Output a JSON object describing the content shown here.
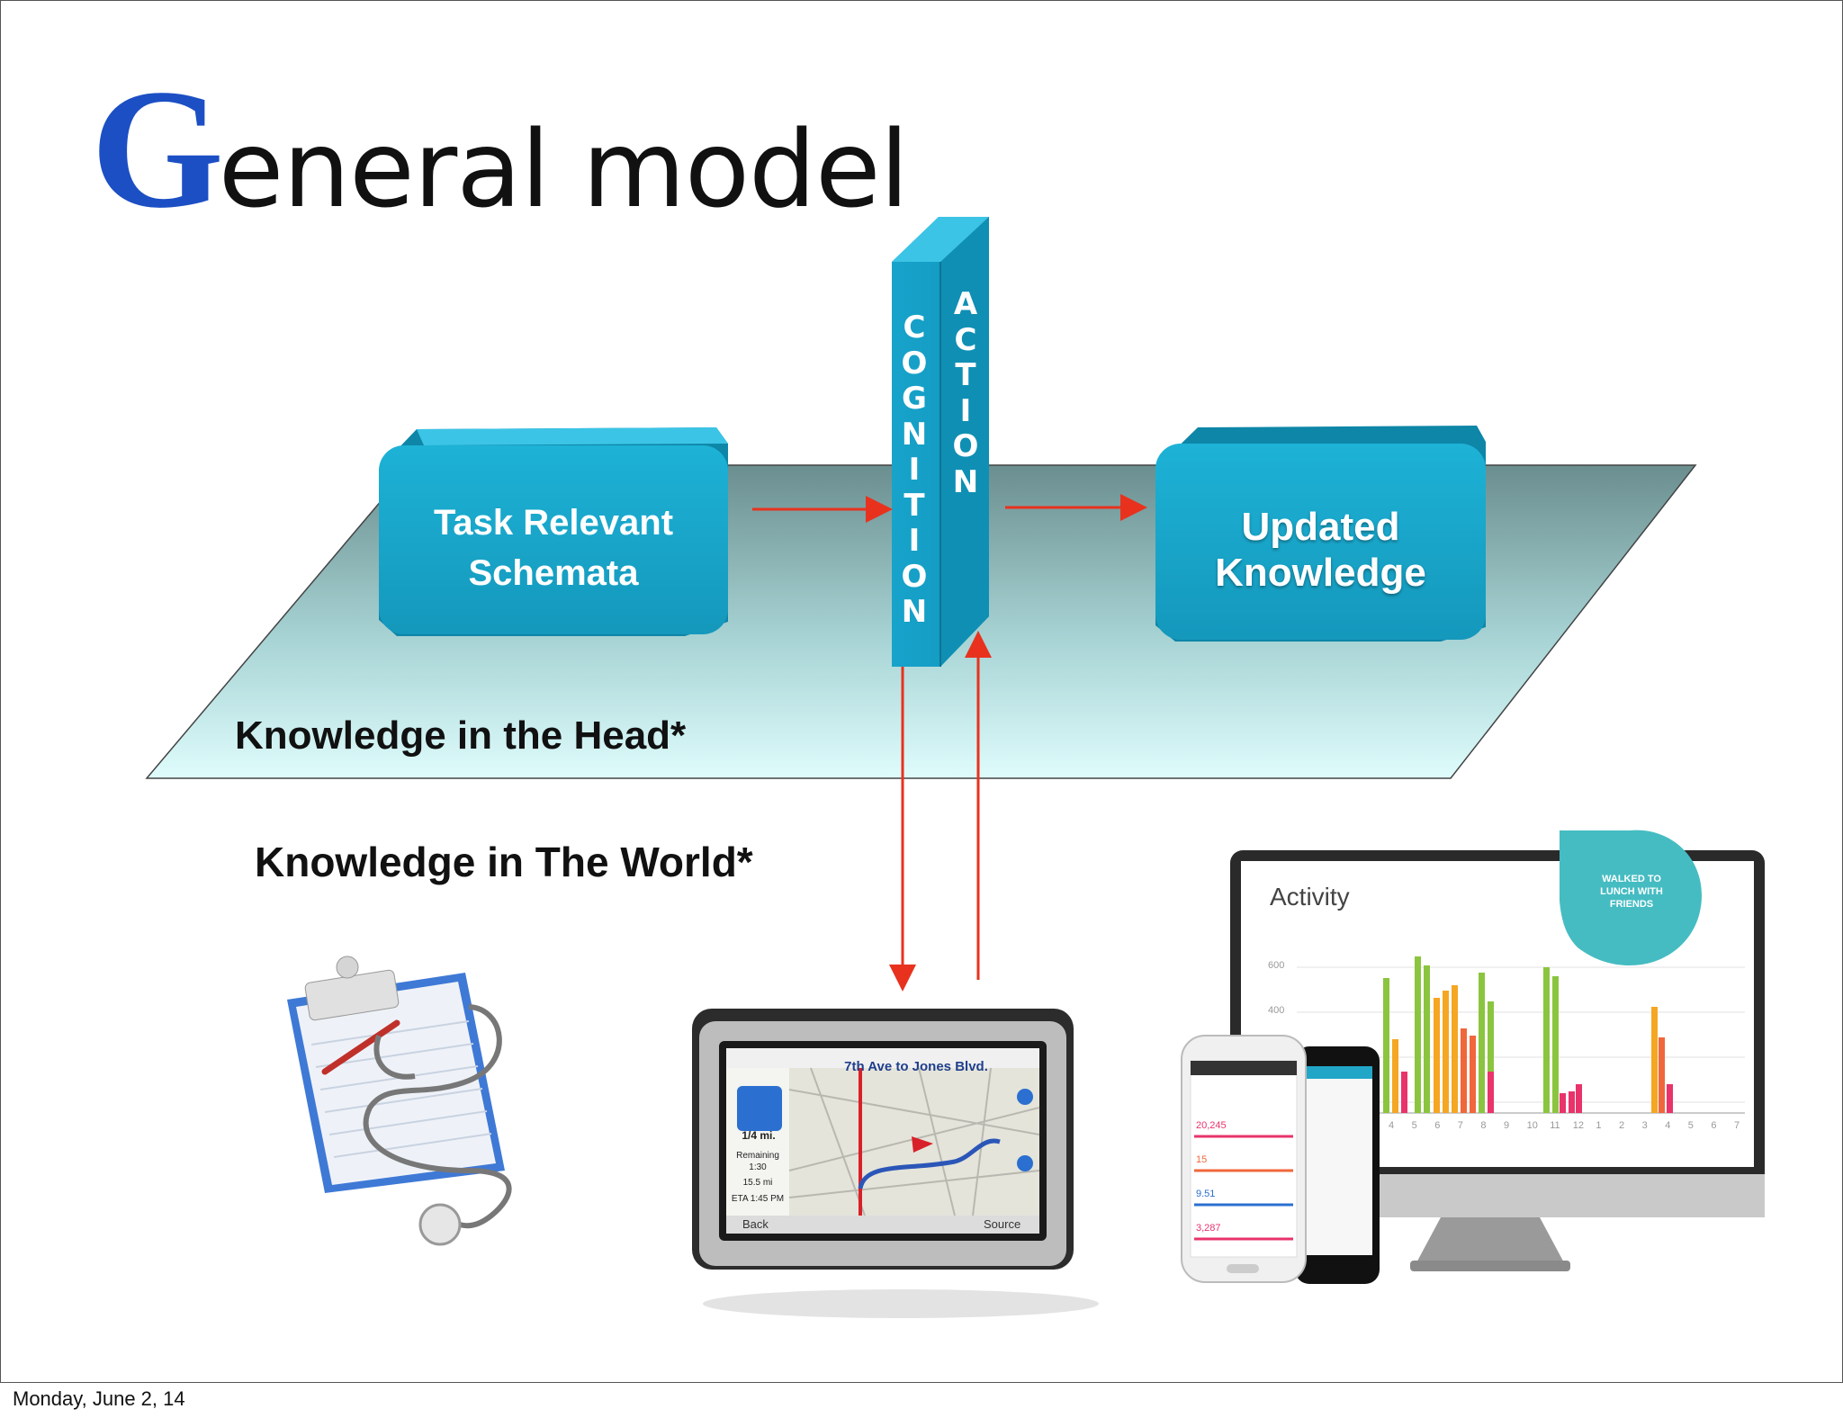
{
  "slide": {
    "title_initial": "G",
    "title_rest": "eneral model",
    "footer_date": "Monday, June 2, 14"
  },
  "diagram": {
    "schemata_line1": "Task Relevant",
    "schemata_line2": "Schemata",
    "updated_line1": "Updated",
    "updated_line2": "Knowledge",
    "cognition": [
      "C",
      "O",
      "G",
      "N",
      "I",
      "T",
      "I",
      "O",
      "N"
    ],
    "action": [
      "A",
      "C",
      "T",
      "I",
      "O",
      "N"
    ],
    "head_label": "Knowledge in the Head*",
    "world_label": "Knowledge in The World*"
  },
  "gps": {
    "street": "7th Ave to Jones Blvd.",
    "distance": "1/4 mi.",
    "remaining_label": "Remaining",
    "remaining_time": "1:30",
    "remaining_dist": "15.5 mi",
    "eta": "ETA 1:45 PM",
    "back": "Back",
    "source": "Source"
  },
  "monitor": {
    "heading": "Activity",
    "bubble": "WALKED TO LUNCH WITH FRIENDS",
    "y_ticks": [
      "600",
      "400"
    ],
    "x_ticks": [
      "4",
      "5",
      "6",
      "7",
      "8",
      "9",
      "10",
      "11",
      "12",
      "1",
      "2",
      "3",
      "4",
      "5",
      "6",
      "7"
    ]
  },
  "phone": {
    "values": [
      "20,245",
      "15",
      "9.51",
      "3,287"
    ]
  },
  "colors": {
    "box": "#17a3c8",
    "arrow": "#e8321e",
    "title_initial": "#1c4fc4"
  }
}
